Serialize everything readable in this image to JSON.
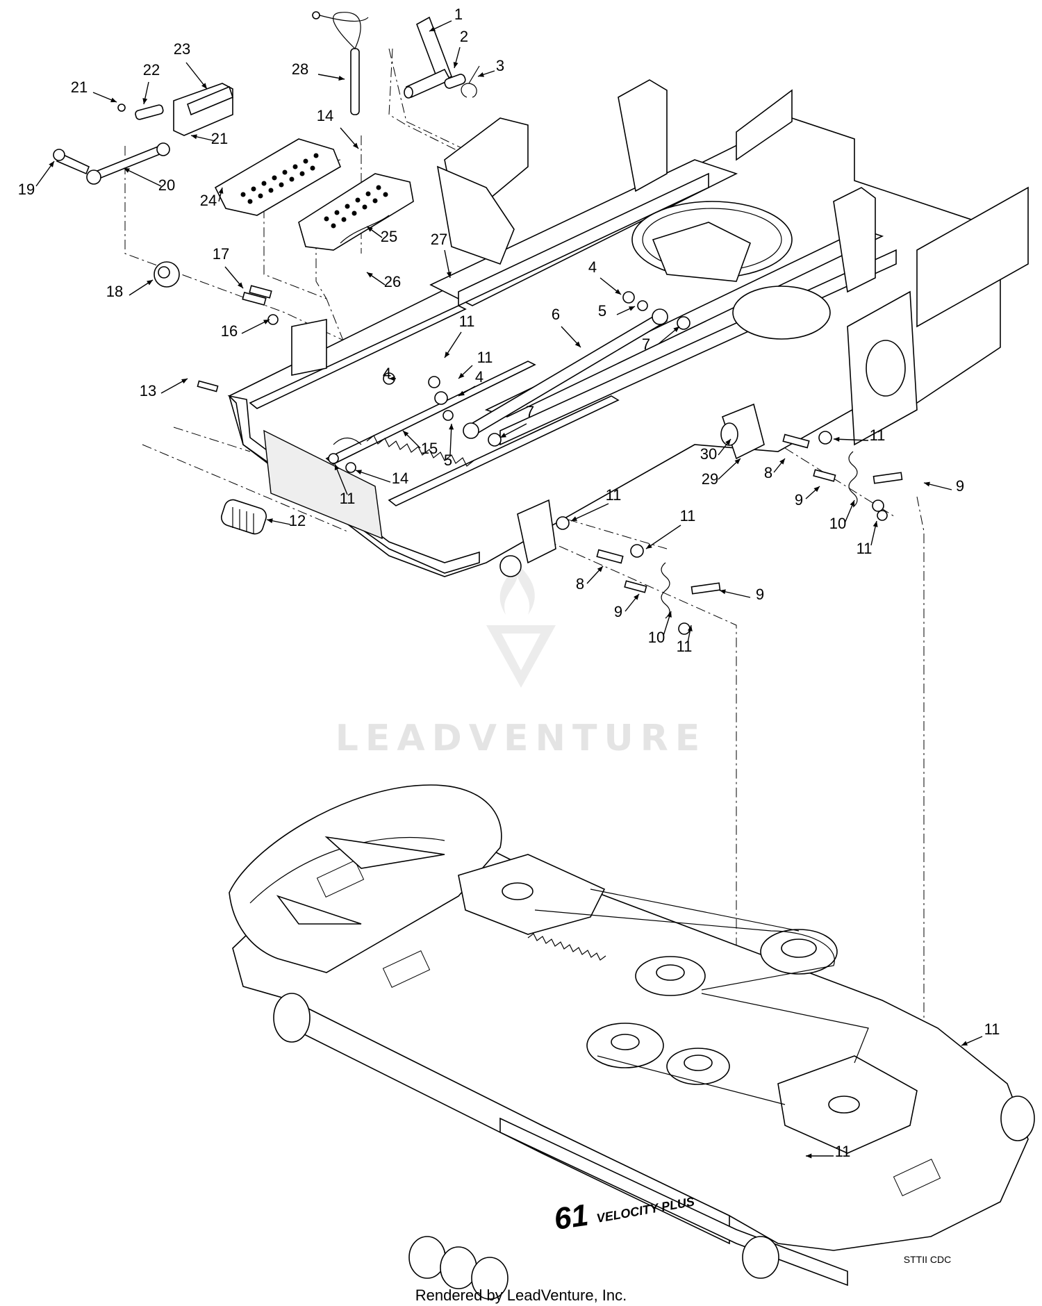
{
  "diagram": {
    "watermark": "LEADVENTURE",
    "footer": "Rendered by LeadVenture, Inc.",
    "drawing_code": "STTII CDC",
    "deck_model_text": "61",
    "deck_brand_text": "VELOCITY PLUS",
    "callouts": [
      {
        "id": "c1",
        "label": "1"
      },
      {
        "id": "c2",
        "label": "2"
      },
      {
        "id": "c3",
        "label": "3"
      },
      {
        "id": "c23",
        "label": "23"
      },
      {
        "id": "c22",
        "label": "22"
      },
      {
        "id": "c21a",
        "label": "21"
      },
      {
        "id": "c21b",
        "label": "21"
      },
      {
        "id": "c28",
        "label": "28"
      },
      {
        "id": "c19",
        "label": "19"
      },
      {
        "id": "c20",
        "label": "20"
      },
      {
        "id": "c14a",
        "label": "14"
      },
      {
        "id": "c24",
        "label": "24"
      },
      {
        "id": "c25",
        "label": "25"
      },
      {
        "id": "c26",
        "label": "26"
      },
      {
        "id": "c27",
        "label": "27"
      },
      {
        "id": "c18",
        "label": "18"
      },
      {
        "id": "c17",
        "label": "17"
      },
      {
        "id": "c16",
        "label": "16"
      },
      {
        "id": "c4a",
        "label": "4"
      },
      {
        "id": "c5a",
        "label": "5"
      },
      {
        "id": "c6",
        "label": "6"
      },
      {
        "id": "c7a",
        "label": "7"
      },
      {
        "id": "c11a",
        "label": "11"
      },
      {
        "id": "c11b",
        "label": "11"
      },
      {
        "id": "c4b",
        "label": "4"
      },
      {
        "id": "c4c",
        "label": "4"
      },
      {
        "id": "c13",
        "label": "13"
      },
      {
        "id": "c15",
        "label": "15"
      },
      {
        "id": "c5b",
        "label": "5"
      },
      {
        "id": "c7b",
        "label": "7"
      },
      {
        "id": "c11c",
        "label": "11"
      },
      {
        "id": "c30",
        "label": "30"
      },
      {
        "id": "c29",
        "label": "29"
      },
      {
        "id": "c8a",
        "label": "8"
      },
      {
        "id": "c9a",
        "label": "9"
      },
      {
        "id": "c9b",
        "label": "9"
      },
      {
        "id": "c10a",
        "label": "10"
      },
      {
        "id": "c11d",
        "label": "11"
      },
      {
        "id": "c11e",
        "label": "11"
      },
      {
        "id": "c14b",
        "label": "14"
      },
      {
        "id": "c12",
        "label": "12"
      },
      {
        "id": "c11f",
        "label": "11"
      },
      {
        "id": "c11g",
        "label": "11"
      },
      {
        "id": "c8b",
        "label": "8"
      },
      {
        "id": "c9c",
        "label": "9"
      },
      {
        "id": "c9d",
        "label": "9"
      },
      {
        "id": "c10b",
        "label": "10"
      },
      {
        "id": "c11h",
        "label": "11"
      },
      {
        "id": "c11i",
        "label": "11"
      },
      {
        "id": "c11j",
        "label": "11"
      }
    ]
  }
}
